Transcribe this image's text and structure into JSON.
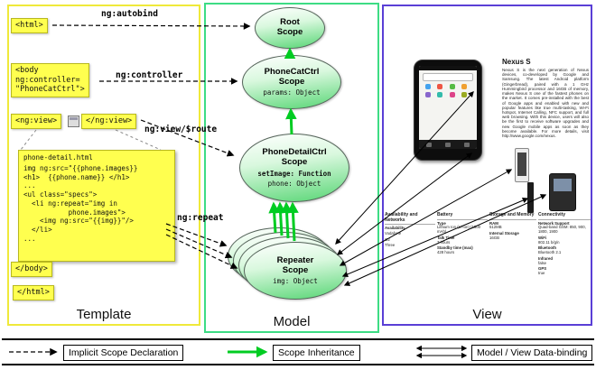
{
  "panels": {
    "template_label": "Template",
    "model_label": "Model",
    "view_label": "View"
  },
  "template": {
    "autobind_label": "ng:autobind",
    "controller_label": "ng:controller",
    "view_route_label": "ng:view/$route",
    "repeat_label": "ng:repeat",
    "html_open": "<html>",
    "body_open": "<body\nng:controller=\n\"PhoneCatCtrl\">",
    "ng_view_open": "<ng:view>",
    "ng_view_close": "</ng:view>",
    "code_title": "phone-detail.html",
    "code_body": "img ng:src=\"{{phone.images}}\n<h1>  {{phone.name}} </h1>\n...\n<ul class=\"specs\">\n  <li ng:repeat=\"img in\n           phone.images\">\n    <img ng:src=\"{{img}}\"/>\n  </li>\n...",
    "body_close": "</body>",
    "html_close": "</html>"
  },
  "model": {
    "root_title": "Root\nScope",
    "phonecat_title": "PhoneCatCtrl\nScope",
    "phonecat_prop": "params: Object",
    "phonedetail_title": "PhoneDetailCtrl\nScope",
    "phonedetail_prop_bold": "setImage: Function",
    "phonedetail_prop": "phone: Object",
    "repeater_title": "Repeater\nScope",
    "repeater_prop": "img: Object"
  },
  "view": {
    "phone_name": "Nexus S",
    "phone_description": "Nexus S is the next generation of Nexus devices, co-developed by Google and Samsung. The latest Android platform (Gingerbread), paired with a 1 GHz Hummingbird processor and 16GB of memory, makes Nexus S one of the fastest phones on the market. It comes pre-installed with the best of Google apps and enabled with new and popular features like true multi-tasking, Wi-Fi hotspot, Internet Calling, NFC support, and full web browsing. With this device, users will also be the first to receive software upgrades and new Google mobile apps as soon as they become available. For more details, visit http://www.google.com/nexus.",
    "spec_columns": [
      {
        "header": "Availability and Networks",
        "rows": [
          {
            "label": "Availability",
            "value": ""
          },
          {
            "label": "Vodafone",
            "value": ""
          },
          {
            "label": "O2",
            "value": ""
          },
          {
            "label": "Three",
            "value": ""
          }
        ]
      },
      {
        "header": "Battery",
        "rows": [
          {
            "label": "Type",
            "value": "Lithium Ion (Li-Ion) (1500 mAh)"
          },
          {
            "label": "Talk Time",
            "value": "7 hours"
          },
          {
            "label": "Standby time (max)",
            "value": "428 hours"
          }
        ]
      },
      {
        "header": "Storage and Memory",
        "rows": [
          {
            "label": "RAM",
            "value": "512MB"
          },
          {
            "label": "Internal Storage",
            "value": "16GB"
          }
        ]
      },
      {
        "header": "Connectivity",
        "rows": [
          {
            "label": "Network Support",
            "value": "Quad-band GSM: 850, 900, 1800, 1900"
          },
          {
            "label": "WiFi",
            "value": "802.11 b/g/n"
          },
          {
            "label": "Bluetooth",
            "value": "Bluetooth 2.1"
          },
          {
            "label": "Infrared",
            "value": "false"
          },
          {
            "label": "GPS",
            "value": "true"
          }
        ]
      }
    ]
  },
  "legend": {
    "implicit_label": "Implicit Scope Declaration",
    "inheritance_label": "Scope Inheritance",
    "databinding_label": "Model / View Data-binding"
  },
  "colors": {
    "template_border": "#efe93a",
    "model_border": "#3ddc84",
    "view_border": "#5a3fd6",
    "code_box_fill": "#ffff4f",
    "scope_fill": "#58d675",
    "inheritance_arrow": "#00cc22"
  }
}
